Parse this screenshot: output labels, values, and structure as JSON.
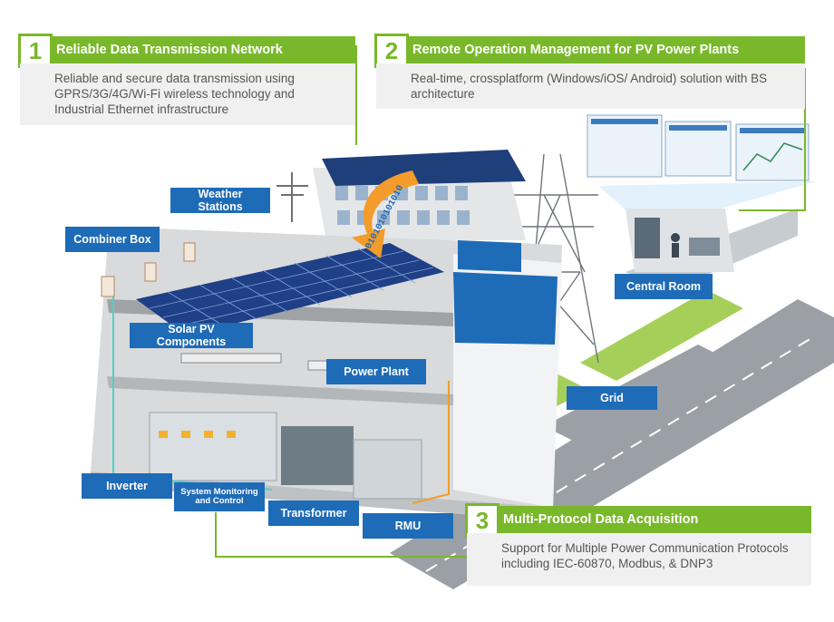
{
  "callouts": [
    {
      "num": "1",
      "title": "Reliable Data Transmission Network",
      "body": "Reliable and secure data transmission using GPRS/3G/4G/Wi-Fi wireless technology and Industrial Ethernet infrastructure"
    },
    {
      "num": "2",
      "title": "Remote Operation Management for PV Power Plants",
      "body": "Real-time, crossplatform (Windows/iOS/ Android) solution with BS architecture"
    },
    {
      "num": "3",
      "title": "Multi-Protocol Data Acquisition",
      "body": "Support for Multiple Power Communication Protocols including IEC-60870, Modbus, & DNP3"
    }
  ],
  "labels": {
    "weather_stations": "Weather Stations",
    "combiner_box": "Combiner Box",
    "solar_pv": "Solar PV Components",
    "power_plant": "Power Plant",
    "central_room": "Central Room",
    "grid": "Grid",
    "inverter": "Inverter",
    "system_monitoring": "System Monitoring and Control",
    "transformer": "Transformer",
    "rmu": "RMU"
  },
  "binary_text": "0101010101010",
  "colors": {
    "accent_green": "#79b82a",
    "label_blue": "#1e6bb8",
    "callout_bg": "#f0f0f0",
    "road": "#9aa0a6",
    "grass": "#a6cf5a",
    "line_cyan": "#4fd1c5",
    "line_orange": "#f39c2b"
  }
}
